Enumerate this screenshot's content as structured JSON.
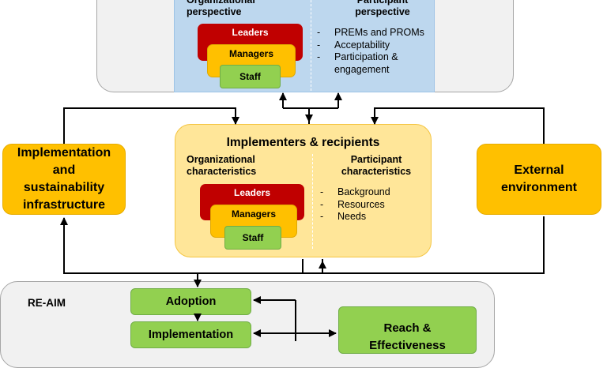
{
  "top_panel": {
    "org_header": "Organizational\nperspective",
    "participant_header": "Participant\nperspective",
    "layers": {
      "leaders": "Leaders",
      "managers": "Managers",
      "staff": "Staff"
    },
    "bullets": [
      "PREMs and PROMs",
      "Acceptability",
      "Participation &\nengagement"
    ]
  },
  "middle_panel": {
    "title": "Implementers & recipients",
    "org_header": "Organizational\ncharacteristics",
    "participant_header": "Participant\ncharacteristics",
    "layers": {
      "leaders": "Leaders",
      "managers": "Managers",
      "staff": "Staff"
    },
    "bullets": [
      "Background",
      "Resources",
      "Needs"
    ]
  },
  "left_box": "Implementation\nand\nsustainability\ninfrastructure",
  "right_box": "External\nenvironment",
  "bottom_panel": {
    "label": "RE-AIM",
    "adoption": "Adoption",
    "implementation": "Implementation",
    "reach": "Reach &\nEffectiveness"
  },
  "bullet_dash": "-",
  "colors": {
    "leaders": "#c00000",
    "managers": "#ffc000",
    "staff": "#92d050",
    "blue_panel": "#bdd7ee",
    "yellow_panel": "#ffe699",
    "grey_panel": "#f1f1f1"
  }
}
